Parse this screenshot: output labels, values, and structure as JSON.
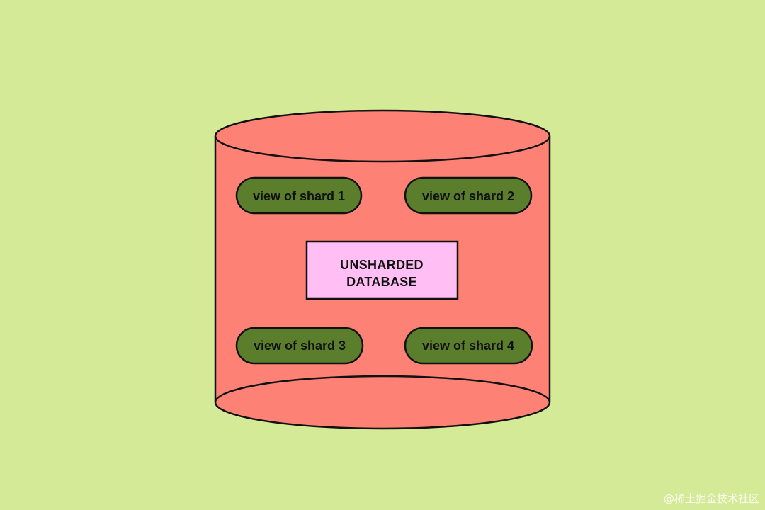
{
  "colors": {
    "background": "#d5ea96",
    "cylinder_fill": "#fd8275",
    "outline": "#111111",
    "shard_pill_fill": "#5b7e2c",
    "database_box_fill": "#ffbff4"
  },
  "database": {
    "label_line1": "UNSHARDED",
    "label_line2": "DATABASE"
  },
  "shard_views": [
    {
      "label": "view of shard 1"
    },
    {
      "label": "view of shard 2"
    },
    {
      "label": "view of shard 3"
    },
    {
      "label": "view of shard 4"
    }
  ],
  "watermark": {
    "text": "@稀土掘金技术社区"
  }
}
